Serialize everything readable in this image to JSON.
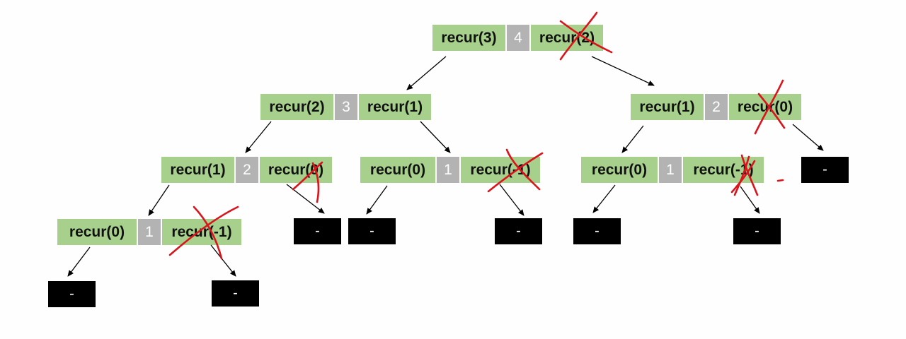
{
  "nodes": {
    "n1": {
      "left": "recur(3)",
      "value": "4",
      "right": "recur(2)"
    },
    "n2": {
      "left": "recur(2)",
      "value": "3",
      "right": "recur(1)"
    },
    "n3": {
      "left": "recur(1)",
      "value": "2",
      "right": "recur(0)"
    },
    "n4": {
      "left": "recur(1)",
      "value": "2",
      "right": "recur(0)"
    },
    "n5": {
      "left": "recur(0)",
      "value": "1",
      "right": "recur(-1)"
    },
    "n6": {
      "left": "recur(0)",
      "value": "1",
      "right": "recur(-1)"
    },
    "n7": {
      "left": "recur(0)",
      "value": "1",
      "right": "recur(-1)"
    }
  },
  "leaves": {
    "label": "-"
  },
  "colors": {
    "call_cell": "#a8d08d",
    "value_cell": "#b3b3b3",
    "leaf": "#000000",
    "arrow": "#000000",
    "cross_mark": "#d9141c"
  }
}
